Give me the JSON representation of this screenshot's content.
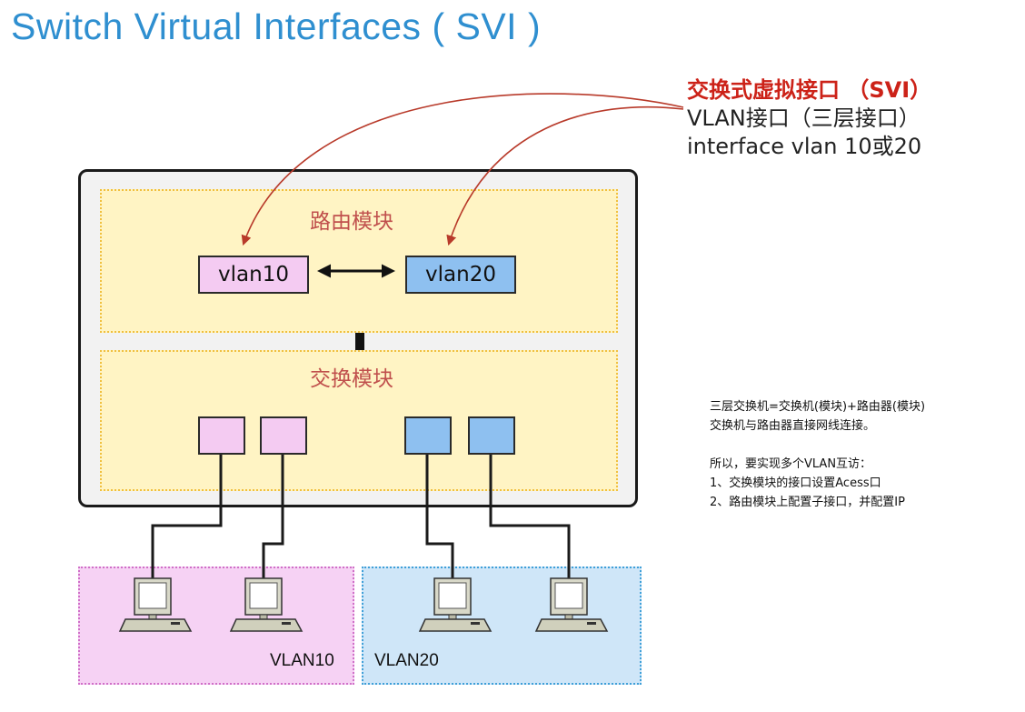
{
  "title": "Switch Virtual Interfaces ( SVI )",
  "callout": {
    "line1": "交换式虚拟接口 （SVI）",
    "line2": "VLAN接口（三层接口）",
    "line3": "interface vlan 10或20"
  },
  "switch": {
    "routing_module_label": "路由模块",
    "switching_module_label": "交换模块",
    "vlan10_interface": "vlan10",
    "vlan20_interface": "vlan20"
  },
  "zones": {
    "vlan10_label": "VLAN10",
    "vlan20_label": "VLAN20"
  },
  "notes": [
    "三层交换机=交换机(模块)+路由器(模块)",
    "交换机与路由器直接网线连接。",
    "",
    "所以，要实现多个VLAN互访：",
    "1、交换模块的接口设置Acess口",
    "2、路由模块上配置子接口，并配置IP"
  ],
  "colors": {
    "title": "#2f8fd0",
    "callout_highlight": "#cc2218",
    "vlan10": "#f4cbf2",
    "vlan20": "#8ec0f0",
    "module_fill": "#fff4c4",
    "arrow": "#b83a2a"
  }
}
